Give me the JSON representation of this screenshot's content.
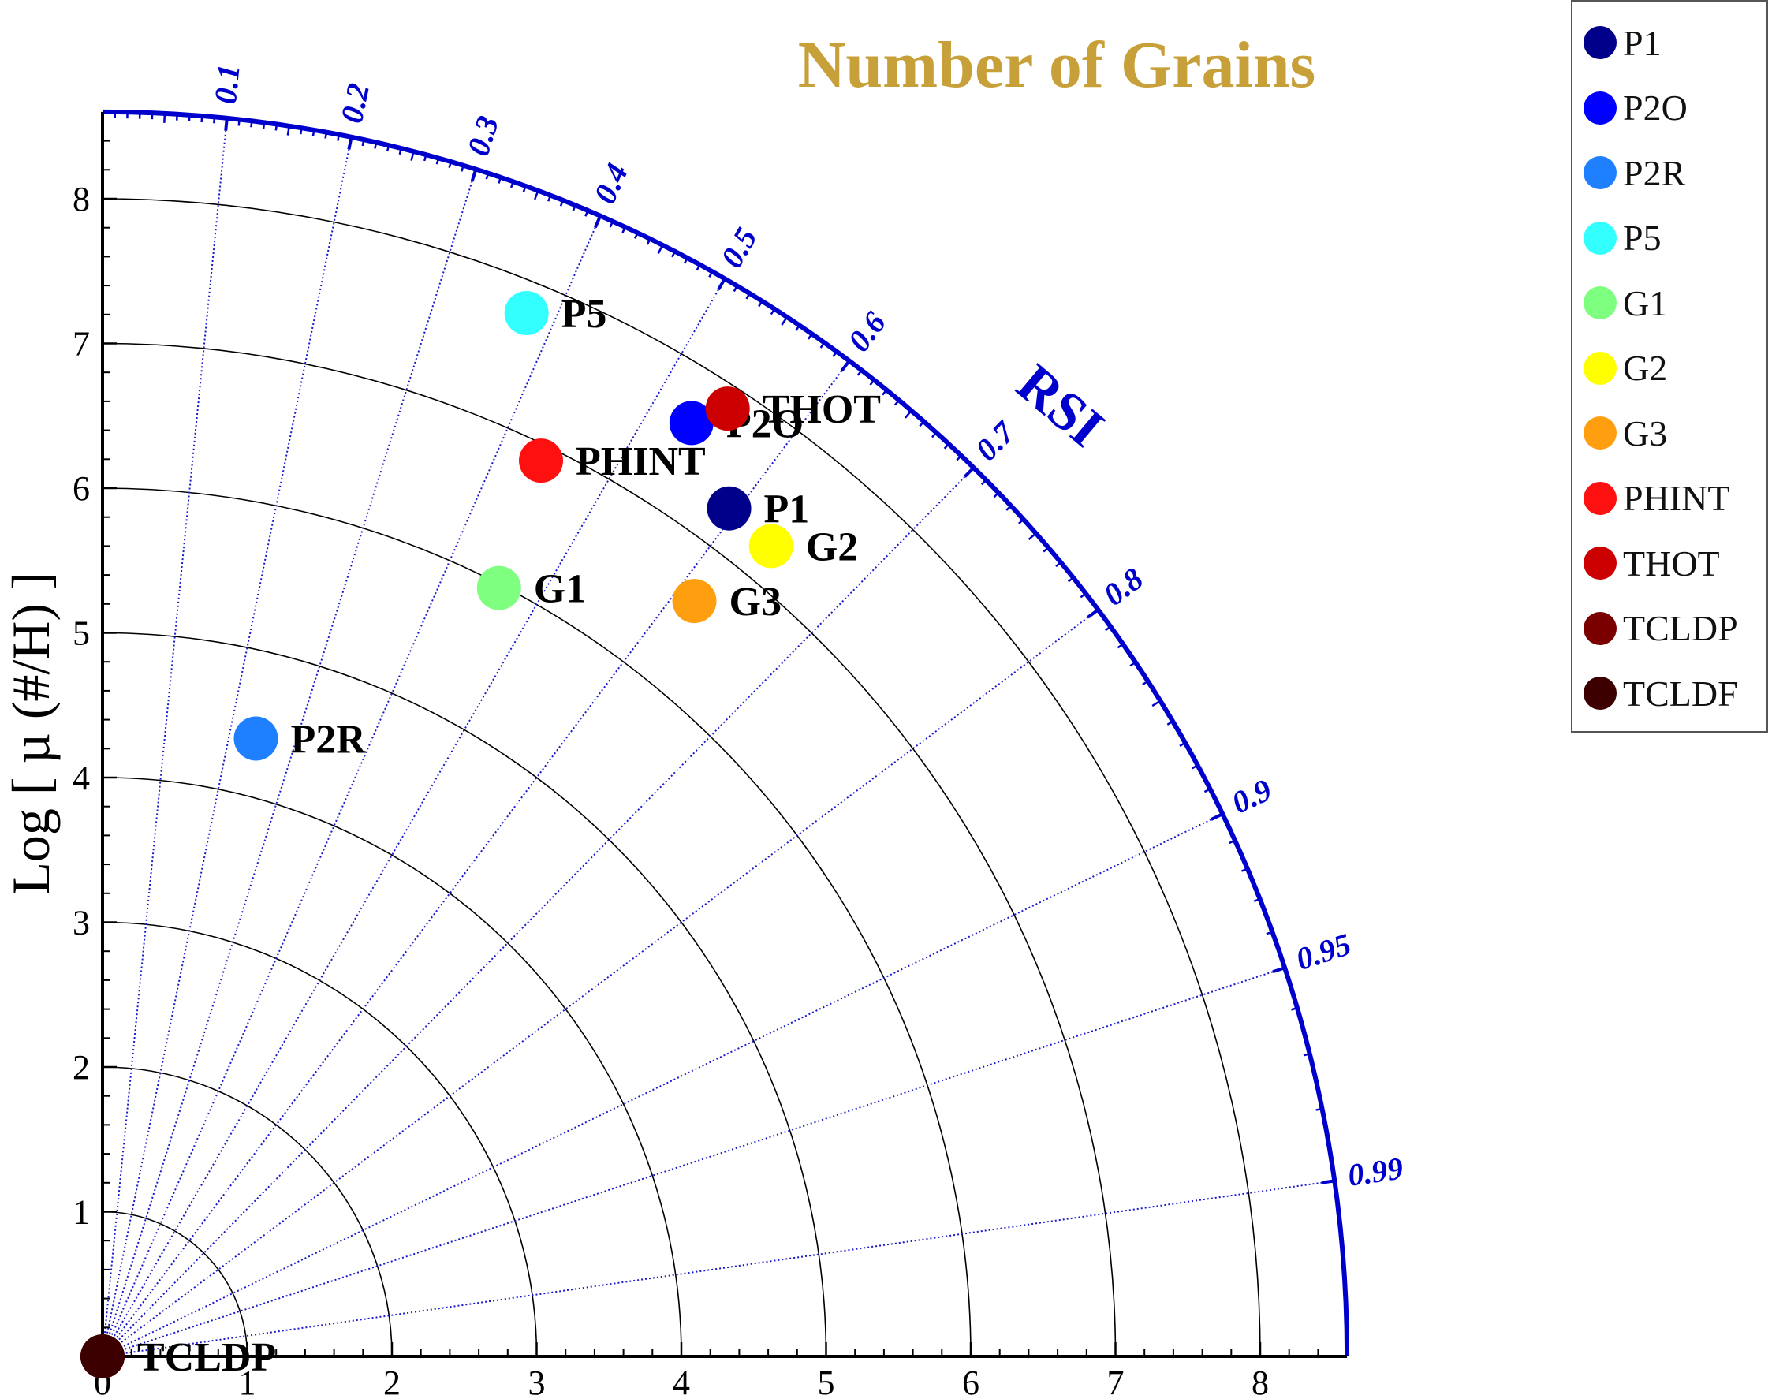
{
  "chart_data": {
    "type": "scatter",
    "title": "Number of Grains",
    "ylabel": "Log [ µ (#/H) ]",
    "angular_label": "RSI",
    "radial_ticks": [
      0,
      1,
      2,
      3,
      4,
      5,
      6,
      7,
      8
    ],
    "radial_range": [
      0,
      8.6
    ],
    "rsi_ticks": [
      0.1,
      0.2,
      0.3,
      0.4,
      0.5,
      0.6,
      0.7,
      0.8,
      0.9,
      0.95,
      0.99
    ],
    "grid": true,
    "legend_position": "right",
    "points": [
      {
        "name": "P1",
        "x": 4.33,
        "y": 5.86,
        "color": "#00008b",
        "label": "P1"
      },
      {
        "name": "P2O",
        "x": 4.07,
        "y": 6.45,
        "color": "#0000ff",
        "label": "P2O"
      },
      {
        "name": "P2R",
        "x": 1.06,
        "y": 4.27,
        "color": "#1e7fff",
        "label": "P2R"
      },
      {
        "name": "P5",
        "x": 2.93,
        "y": 7.21,
        "color": "#33ffff",
        "label": "P5"
      },
      {
        "name": "G1",
        "x": 2.74,
        "y": 5.31,
        "color": "#7fff7f",
        "label": "G1"
      },
      {
        "name": "G2",
        "x": 4.62,
        "y": 5.6,
        "color": "#ffff00",
        "label": "G2"
      },
      {
        "name": "G3",
        "x": 4.09,
        "y": 5.22,
        "color": "#ff9f0f",
        "label": "G3"
      },
      {
        "name": "PHINT",
        "x": 3.03,
        "y": 6.19,
        "color": "#ff1010",
        "label": "PHINT"
      },
      {
        "name": "THOT",
        "x": 4.32,
        "y": 6.55,
        "color": "#cc0000",
        "label": "THOT"
      },
      {
        "name": "TCLDP",
        "x": 0.0,
        "y": 0.0,
        "color": "#7a0000",
        "label": "TCLDP"
      },
      {
        "name": "TCLDF",
        "x": 0.0,
        "y": 0.0,
        "color": "#3d0000",
        "label": ""
      }
    ]
  },
  "colors": {
    "title": "#c8a03a",
    "rsi_axis": "#0000cc",
    "rsi_tick_text": "#0000cc",
    "grid": "#000000",
    "rsi_grid": "#1a1acc"
  }
}
